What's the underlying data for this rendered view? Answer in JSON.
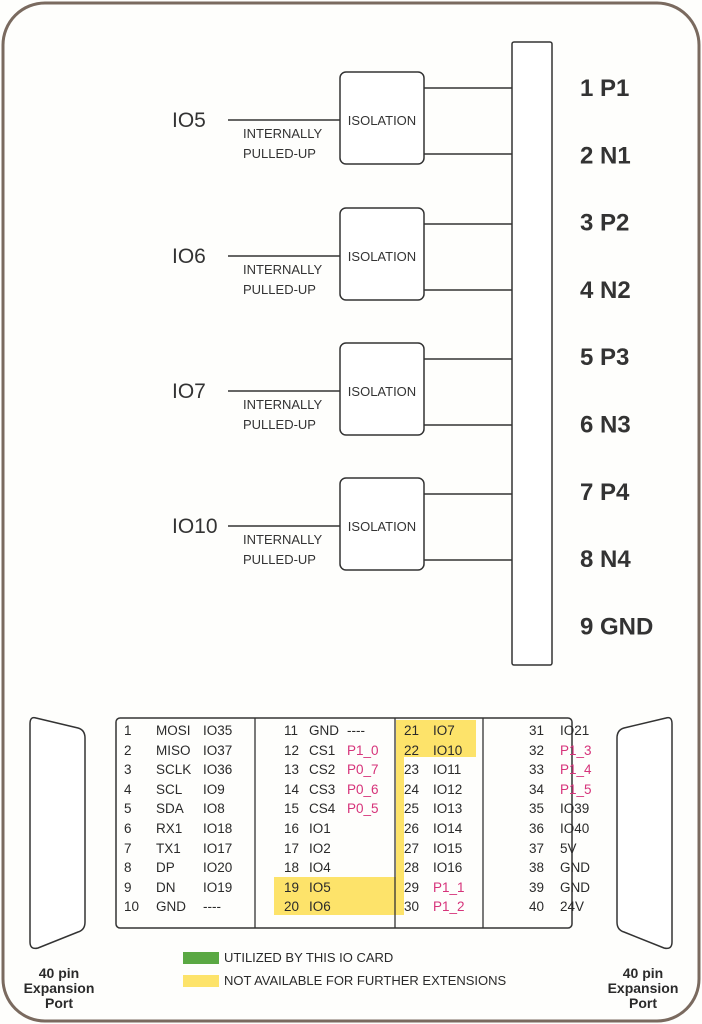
{
  "channels": [
    {
      "input": "IO5",
      "note1": "INTERNALLY",
      "note2": "PULLED-UP",
      "box": "ISOLATION"
    },
    {
      "input": "IO6",
      "note1": "INTERNALLY",
      "note2": "PULLED-UP",
      "box": "ISOLATION"
    },
    {
      "input": "IO7",
      "note1": "INTERNALLY",
      "note2": "PULLED-UP",
      "box": "ISOLATION"
    },
    {
      "input": "IO10",
      "note1": "INTERNALLY",
      "note2": "PULLED-UP",
      "box": "ISOLATION"
    }
  ],
  "connector_pins": [
    "1 P1",
    "2 N1",
    "3 P2",
    "4 N2",
    "5 P3",
    "6 N3",
    "7 P4",
    "8 N4",
    "9 GND"
  ],
  "pin_table": [
    [
      [
        "1",
        "MOSI",
        "IO35"
      ],
      [
        "2",
        "MISO",
        "IO37"
      ],
      [
        "3",
        "SCLK",
        "IO36"
      ],
      [
        "4",
        "SCL",
        "IO9"
      ],
      [
        "5",
        "SDA",
        "IO8"
      ],
      [
        "6",
        "RX1",
        "IO18"
      ],
      [
        "7",
        "TX1",
        "IO17"
      ],
      [
        "8",
        "DP",
        "IO20"
      ],
      [
        "9",
        "DN",
        "IO19"
      ],
      [
        "10",
        "GND",
        "----"
      ]
    ],
    [
      [
        "11",
        "GND",
        "----"
      ],
      [
        "12",
        "CS1",
        "P1_0"
      ],
      [
        "13",
        "CS2",
        "P0_7"
      ],
      [
        "14",
        "CS3",
        "P0_6"
      ],
      [
        "15",
        "CS4",
        "P0_5"
      ],
      [
        "16",
        "IO1",
        ""
      ],
      [
        "17",
        "IO2",
        ""
      ],
      [
        "18",
        "IO4",
        ""
      ],
      [
        "19",
        "IO5",
        ""
      ],
      [
        "20",
        "IO6",
        ""
      ]
    ],
    [
      [
        "21",
        "IO7"
      ],
      [
        "22",
        "IO10"
      ],
      [
        "23",
        "IO11"
      ],
      [
        "24",
        "IO12"
      ],
      [
        "25",
        "IO13"
      ],
      [
        "26",
        "IO14"
      ],
      [
        "27",
        "IO15"
      ],
      [
        "28",
        "IO16"
      ],
      [
        "29",
        "P1_1"
      ],
      [
        "30",
        "P1_2"
      ]
    ],
    [
      [
        "31",
        "IO21"
      ],
      [
        "32",
        "P1_3"
      ],
      [
        "33",
        "P1_4"
      ],
      [
        "34",
        "P1_5"
      ],
      [
        "35",
        "IO39"
      ],
      [
        "36",
        "IO40"
      ],
      [
        "37",
        "5V"
      ],
      [
        "38",
        "GND"
      ],
      [
        "39",
        "GND"
      ],
      [
        "40",
        "24V"
      ]
    ]
  ],
  "legend": [
    {
      "label": "UTILIZED BY THIS IO CARD",
      "color": "#5aa843"
    },
    {
      "label": "NOT AVAILABLE FOR FURTHER EXTENSIONS",
      "color": "#fde36a"
    }
  ],
  "ports": {
    "left": {
      "l1": "40 pin",
      "l2": "Expansion",
      "l3": "Port"
    },
    "right": {
      "l1": "40 pin",
      "l2": "Expansion",
      "l3": "Port"
    }
  },
  "colors": {
    "border": "#7a6a5f",
    "highlight": "#fde36a",
    "pink": "#d6337a"
  }
}
